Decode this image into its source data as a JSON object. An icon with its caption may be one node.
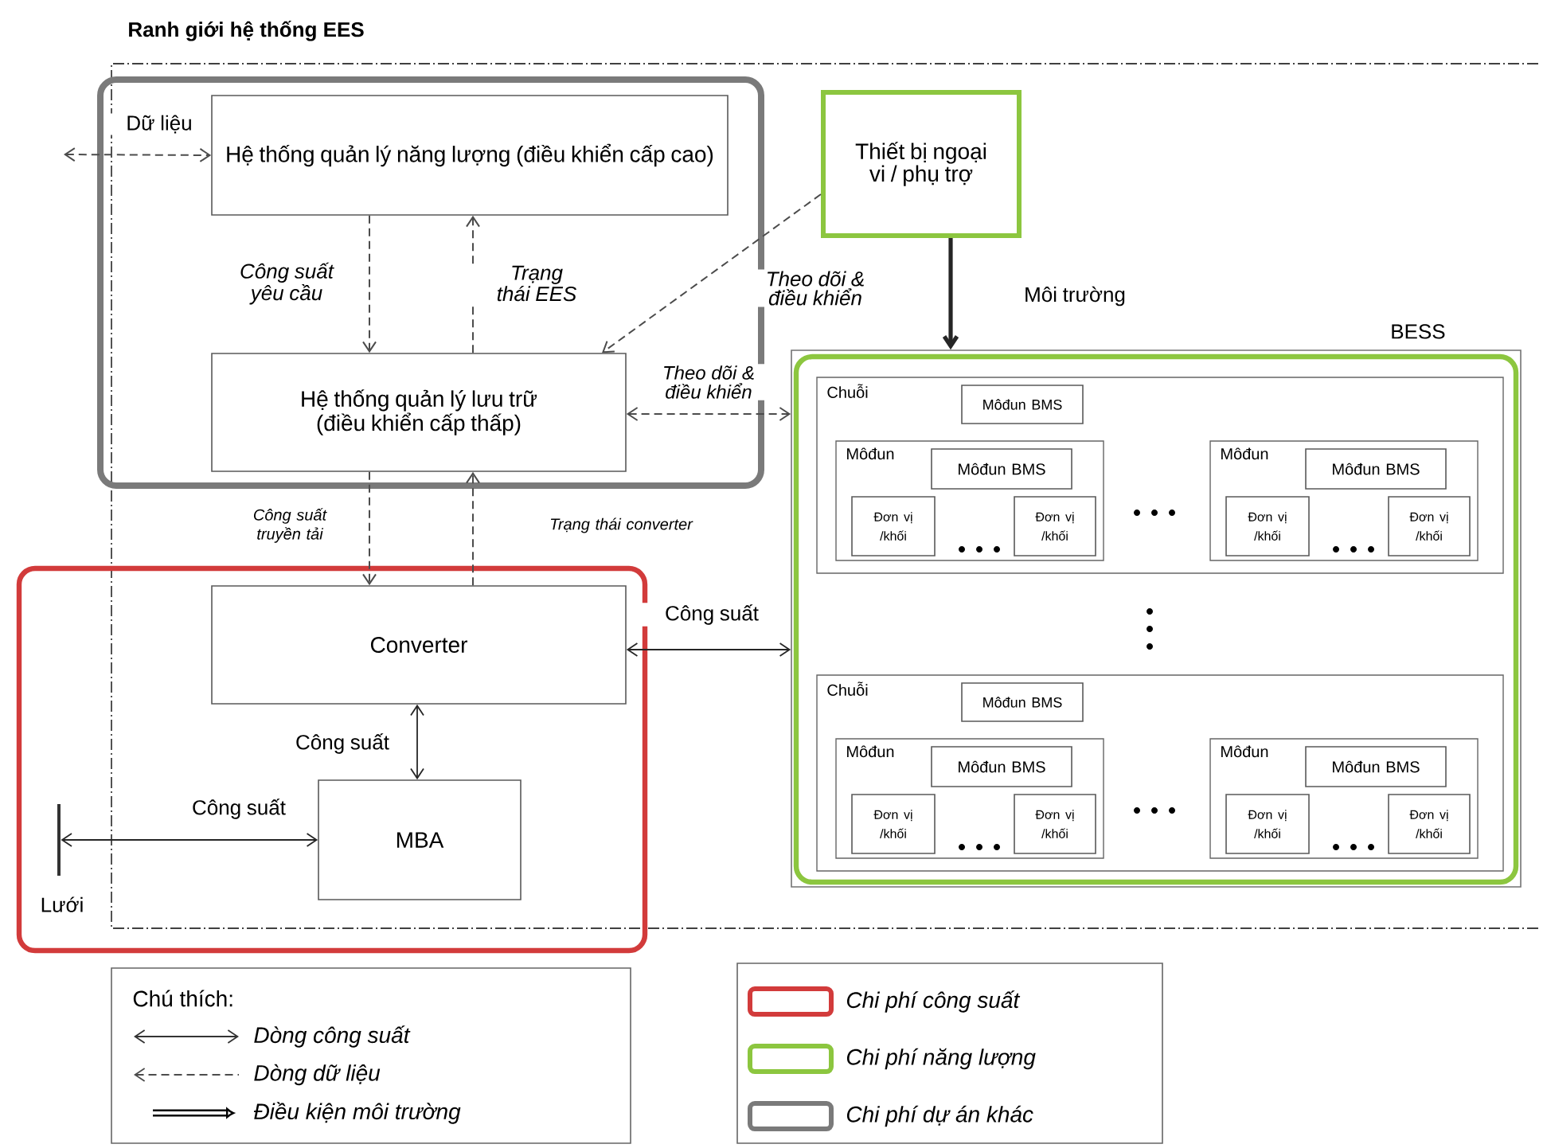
{
  "diagram": {
    "title": "Ranh giới hệ thống EES",
    "nodes": [
      {
        "text": [],
        "shape": "box"
      },
      {
        "text": [
          "Hệ thống quản lý năng lượng (điều khiển cấp cao)"
        ],
        "in": 0
      },
      {
        "text": [
          "Hệ thống quản lý lưu trữ (điều khiển cấp thấp)"
        ],
        "in": 0
      },
      {
        "text": [
          "Thiết bị ngoại vi / phụ trợ"
        ]
      },
      {
        "text": [],
        "shape": "box"
      },
      {
        "text": [
          "Converter"
        ],
        "in": 4
      },
      {
        "text": [
          "MBA"
        ],
        "in": 4
      },
      {
        "text": [
          "Lưới"
        ],
        "in": 4
      },
      {
        "text": [
          "BESS"
        ]
      },
      {
        "text": [],
        "shape": "box",
        "in": 8
      },
      {
        "text": [
          "Chuỗi"
        ],
        "in": 9
      },
      {
        "text": [
          "Môđun BMS"
        ],
        "in": 10
      },
      {
        "text": [
          "Môđun"
        ],
        "in": 10
      },
      {
        "text": [
          "Môđun BMS"
        ],
        "in": 12
      },
      {
        "text": [
          "Đơn vị /khối"
        ],
        "in": 12
      },
      {
        "text": [
          "Đơn vị /khối"
        ],
        "in": 12
      },
      {
        "text": [
          "Môđun"
        ],
        "in": 10
      },
      {
        "text": [
          "Môđun BMS"
        ],
        "in": 16
      },
      {
        "text": [
          "Đơn vị /khối"
        ],
        "in": 16
      },
      {
        "text": [
          "Đơn vị /khối"
        ],
        "in": 16
      },
      {
        "text": [
          "Chuỗi"
        ],
        "in": 9
      },
      {
        "text": [
          "Môđun BMS"
        ],
        "in": 20
      },
      {
        "text": [
          "Môđun"
        ],
        "in": 20
      },
      {
        "text": [
          "Môđun BMS"
        ],
        "in": 22
      },
      {
        "text": [
          "Đơn vị /khối"
        ],
        "in": 22
      },
      {
        "text": [
          "Đơn vị /khối"
        ],
        "in": 22
      },
      {
        "text": [
          "Môđun"
        ],
        "in": 20
      },
      {
        "text": [
          "Môđun BMS"
        ],
        "in": 26
      },
      {
        "text": [
          "Đơn vị /khối"
        ],
        "in": 26
      },
      {
        "text": [
          "Đơn vị /khối"
        ],
        "in": 26
      }
    ],
    "edges": [
      {
        "from": null,
        "to": 1,
        "arrow": "both",
        "style": "dashed",
        "label": "Dữ liệu"
      },
      {
        "from": 1,
        "to": 2,
        "arrow": "to",
        "style": "dashed",
        "label": "Công suất yêu cầu"
      },
      {
        "from": 2,
        "to": 1,
        "arrow": "to",
        "style": "dashed",
        "label": "Trạng thái EES"
      },
      {
        "from": 3,
        "to": 2,
        "arrow": "to",
        "style": "dashed",
        "label": "Theo dõi & điều khiển"
      },
      {
        "from": 3,
        "to": 8,
        "arrow": "to",
        "style": "thick",
        "label": "Môi trường"
      },
      {
        "from": 2,
        "to": 8,
        "arrow": "both",
        "style": "dashed",
        "label": "Theo dõi & điều khiển"
      },
      {
        "from": 2,
        "to": 5,
        "arrow": "to",
        "style": "dashed",
        "label": "Công suất truyền tải"
      },
      {
        "from": 5,
        "to": 2,
        "arrow": "to",
        "style": "dashed",
        "label": "Trạng thái converter"
      },
      {
        "from": 5,
        "to": 8,
        "arrow": "both",
        "label": "Công suất"
      },
      {
        "from": 5,
        "to": 6,
        "arrow": "both",
        "label": "Công suất"
      },
      {
        "from": 7,
        "to": 6,
        "arrow": "both",
        "label": "Công suất"
      }
    ],
    "labels": [
      "Chú thích:"
    ],
    "legend": [
      {
        "text": "Dòng công suất"
      },
      {
        "text": "Dòng dữ liệu"
      },
      {
        "text": "Điều kiện môi trường"
      },
      {
        "text": "Chi phí công suất",
        "color": "#d23b3b"
      },
      {
        "text": "Chi phí năng lượng",
        "color": "#8cc63f"
      },
      {
        "text": "Chi phí dự án khác",
        "color": "#7a7a7a"
      }
    ]
  }
}
